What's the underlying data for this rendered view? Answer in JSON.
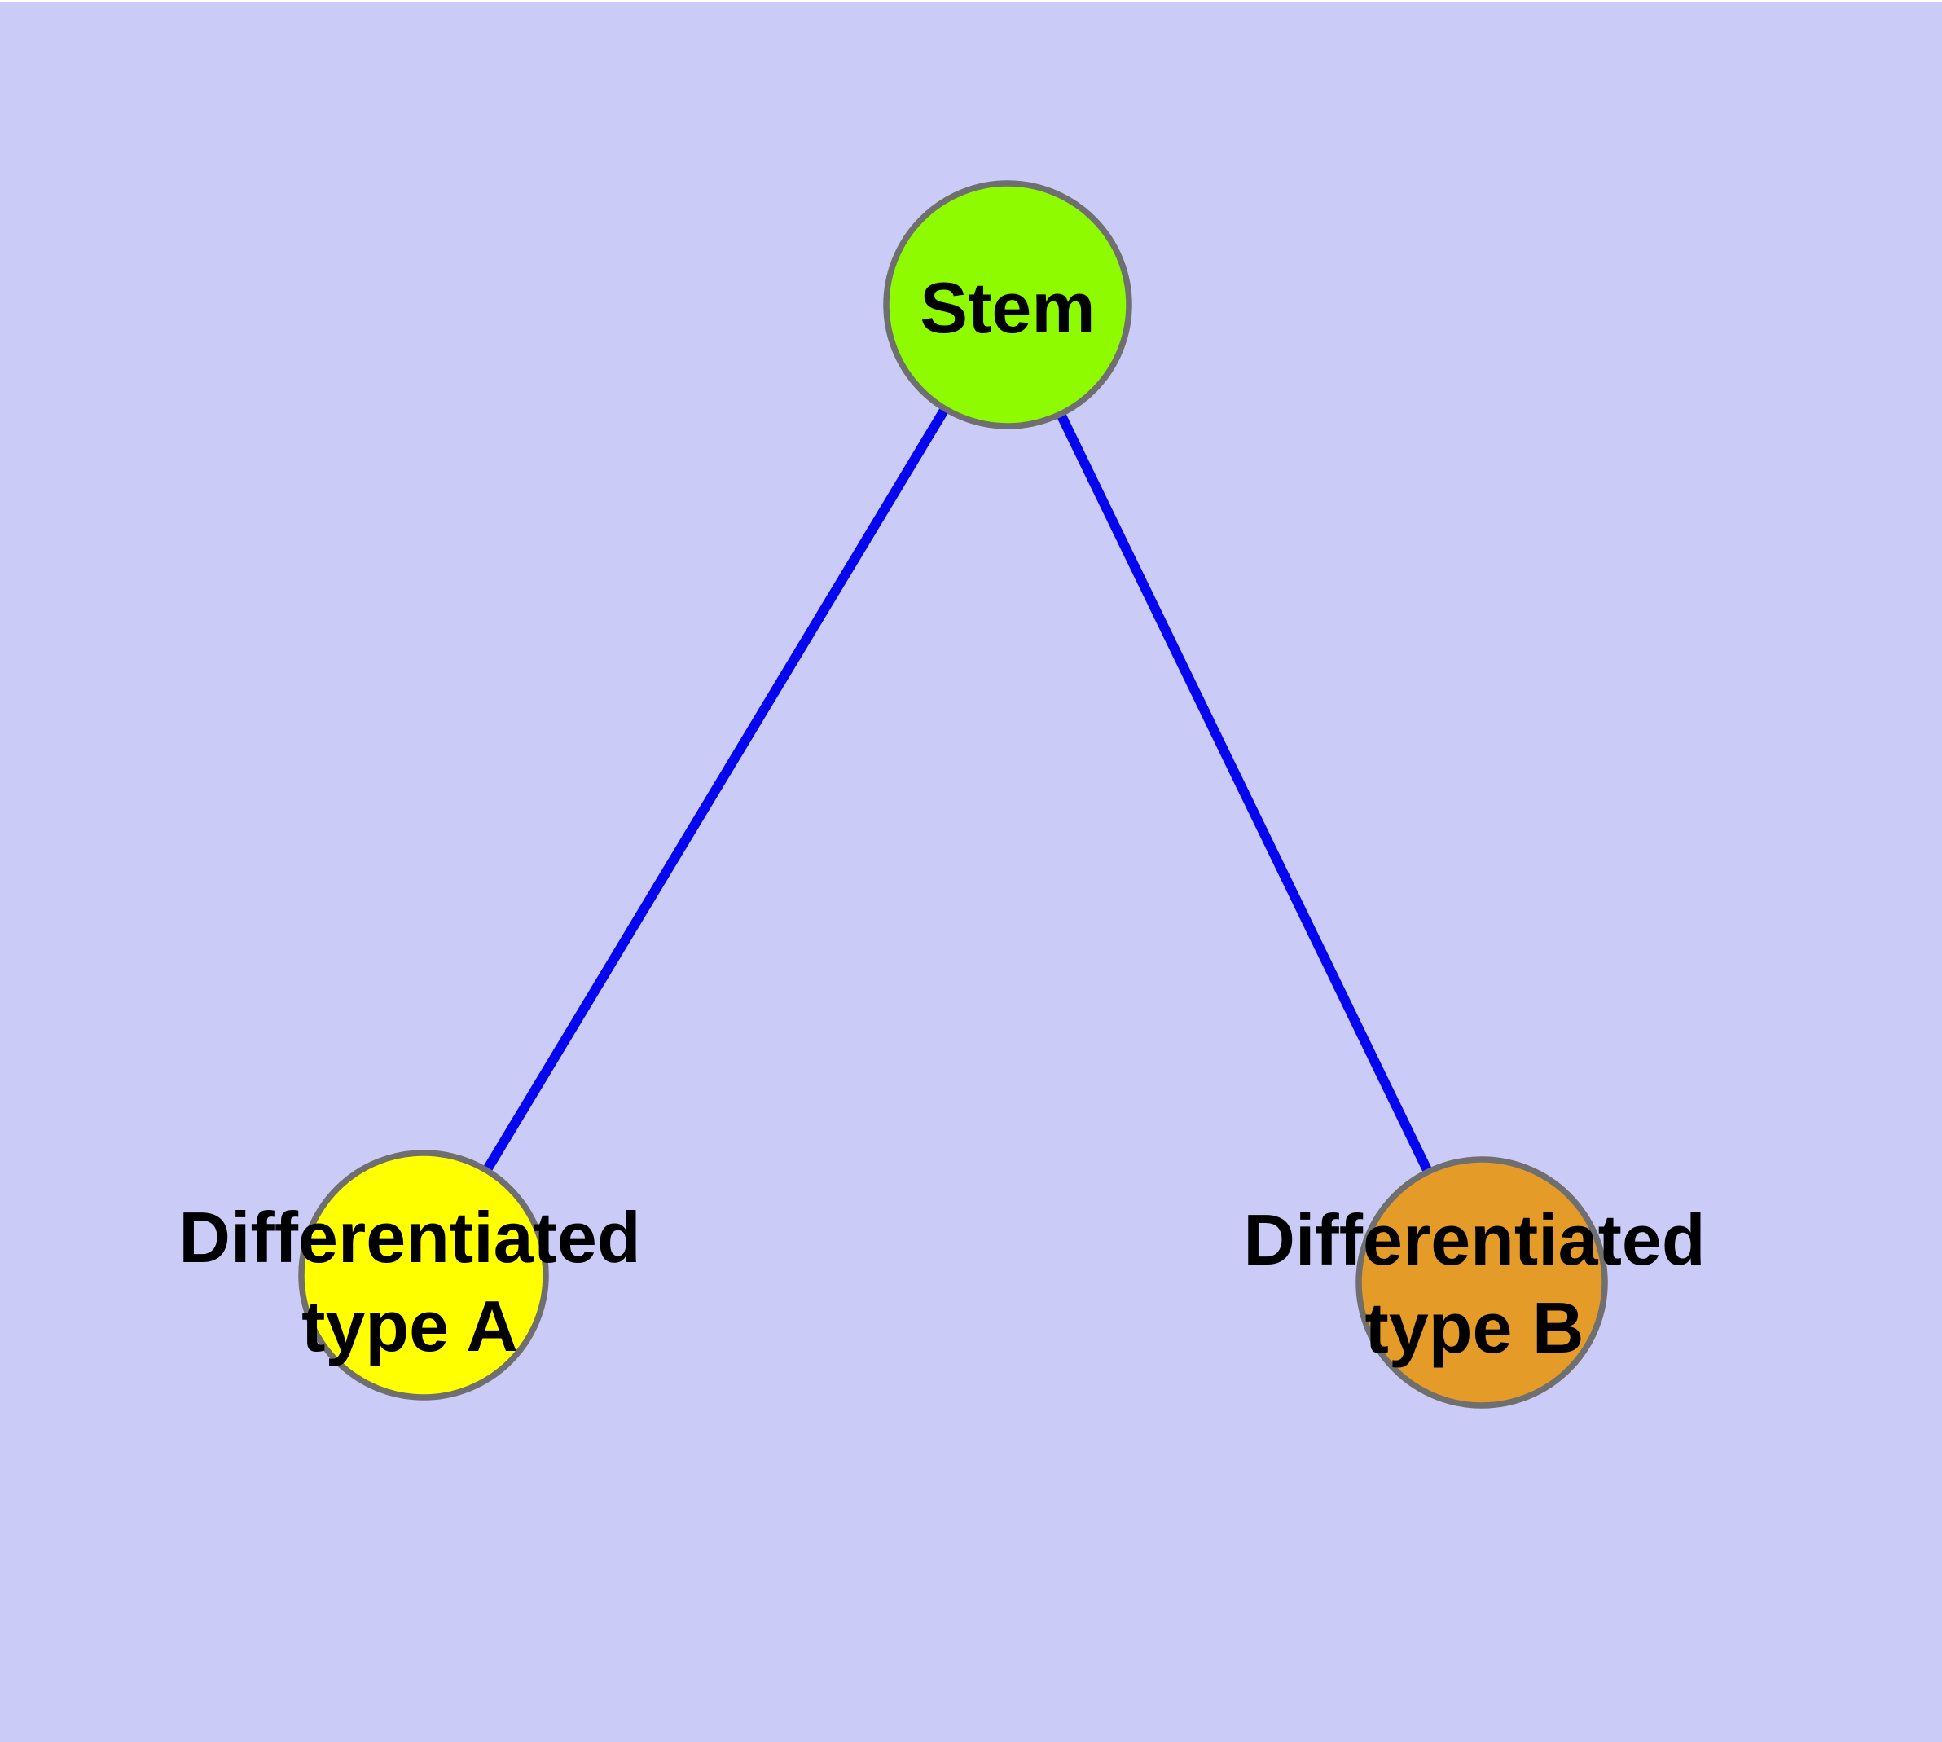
{
  "canvas": {
    "background_color": "#cbcbf7",
    "top_edge_color": "#ffffff"
  },
  "diagram": {
    "type": "graph",
    "text_color": "#000000",
    "node_border_color": "#6f6f6f",
    "nodes": [
      {
        "id": "stem",
        "label": "Stem",
        "fill_color": "#8efb00"
      },
      {
        "id": "differentiated-type-a",
        "label": "Differentiated type A",
        "label_line1": "Differentiated",
        "label_line2": "type A",
        "fill_color": "#ffff00"
      },
      {
        "id": "differentiated-type-b",
        "label": "Differentiated type B",
        "label_line1": "Differentiated",
        "label_line2": "type B",
        "fill_color": "#e59b28"
      }
    ],
    "edges": [
      {
        "from": "stem",
        "to": "differentiated-type-a",
        "color": "#0505ee"
      },
      {
        "from": "stem",
        "to": "differentiated-type-b",
        "color": "#0505ee"
      }
    ]
  }
}
